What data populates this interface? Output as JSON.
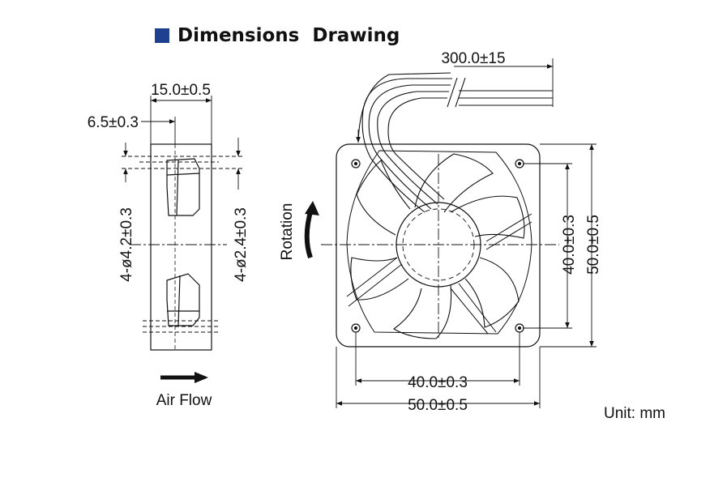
{
  "heading": {
    "text": "Dimensions  Drawing",
    "marker_color": "#1f3f8f"
  },
  "side_view": {
    "width_dim": "15.0±0.5",
    "offset_dim": "6.5±0.3",
    "left_hole_dim": "4-ø4.2±0.3",
    "right_hole_dim": "4-ø2.4±0.3",
    "airflow_label": "Air Flow"
  },
  "front_view": {
    "cable_dim": "300.0±15",
    "rotation_label": "Rotation",
    "hole_spacing_v": "40.0±0.3",
    "frame_size_v": "50.0±0.5",
    "hole_spacing_h": "40.0±0.3",
    "frame_size_h": "50.0±0.5"
  },
  "unit_label": "Unit: mm"
}
